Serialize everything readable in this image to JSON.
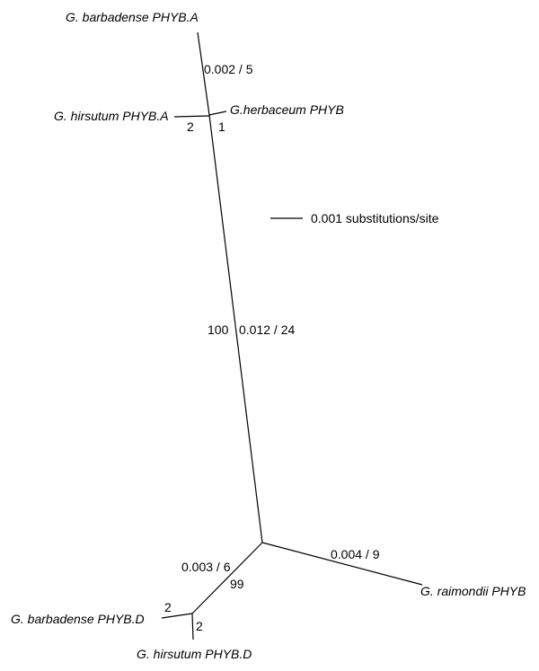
{
  "taxa": {
    "g_barbadense_a": "G. barbadense PHYB.A",
    "g_hirsutum_a": "G. hirsutum PHYB.A",
    "g_herbaceum": "G.herbaceum PHYB",
    "g_raimondii": "G. raimondii PHYB",
    "g_barbadense_d": "G. barbadense PHYB.D",
    "g_hirsutum_d": "G. hirsutum PHYB.D"
  },
  "branch_labels": {
    "barbadense_a_branch": "0.002 / 5",
    "hirsutum_a_branch": "2",
    "herbaceum_branch": "1",
    "internal_support": "100",
    "internal_length": "0.012 / 24",
    "raimondii_branch": "0.004 / 9",
    "d_internal_length": "0.003 / 6",
    "d_internal_support": "99",
    "barbadense_d_branch": "2",
    "hirsutum_d_branch": "2"
  },
  "scale_bar": {
    "label": "0.001 substitutions/site"
  }
}
